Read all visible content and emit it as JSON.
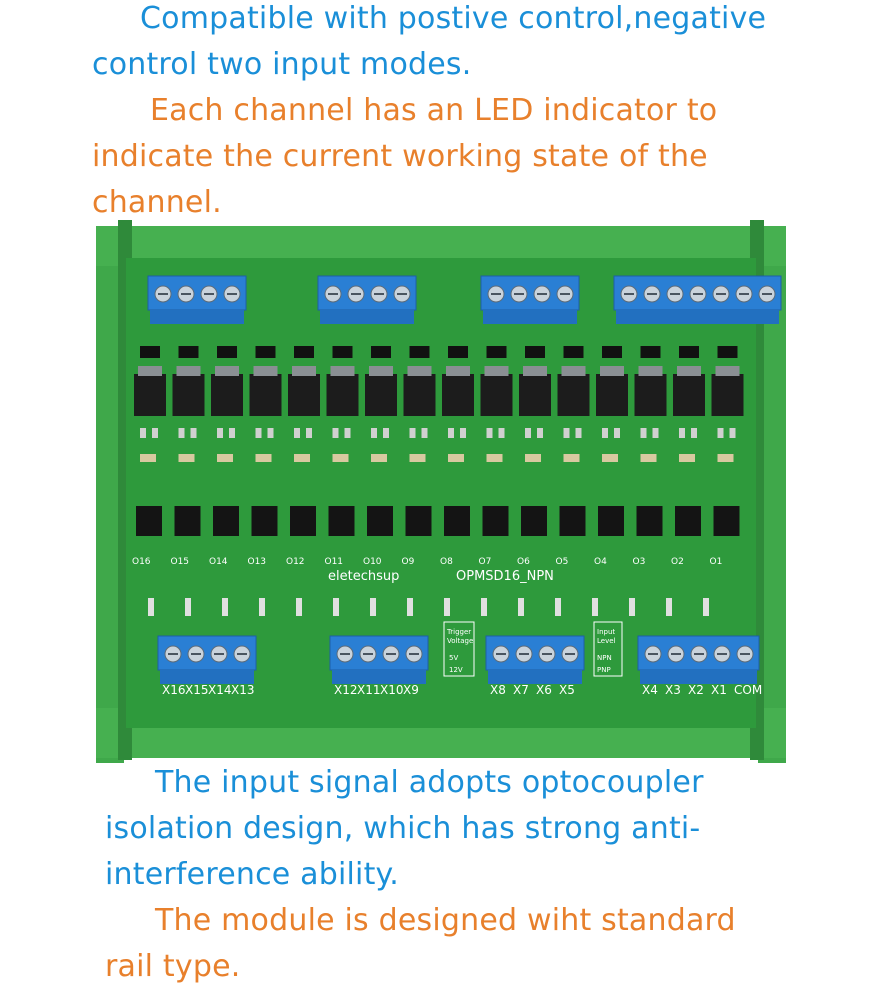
{
  "top_text": {
    "line1": "Compatible with postive control,negative",
    "line2": "control two input modes.",
    "line3": "Each channel has an LED indicator to",
    "line4": "indicate the current working state of the",
    "line5": "channel."
  },
  "bottom_text": {
    "line1": "The input signal adopts optocoupler",
    "line2": "isolation design, which has strong anti-",
    "line3": "interference ability.",
    "line4": "The module is designed wiht standard",
    "line5": "rail type."
  },
  "board": {
    "brand": "eletechsup",
    "model": "OPMSD16_NPN",
    "output_labels": [
      "O16",
      "O15",
      "O14",
      "O13",
      "O12",
      "O11",
      "O10",
      "O9",
      "O8",
      "O7",
      "O6",
      "O5",
      "O4",
      "O3",
      "O2",
      "O1"
    ],
    "input_groups": [
      {
        "labels": [
          "X16",
          "X15",
          "X14",
          "X13"
        ]
      },
      {
        "labels": [
          "X12",
          "X11",
          "X10",
          "X9"
        ]
      },
      {
        "labels": [
          "X8",
          "X7",
          "X6",
          "X5"
        ]
      },
      {
        "labels": [
          "X4",
          "X3",
          "X2",
          "X1",
          "COM"
        ]
      }
    ],
    "trigger_box": {
      "title1": "Trigger",
      "title2": "Voltage",
      "opt1": "5V",
      "opt2": "12V"
    },
    "input_level_box": {
      "title1": "Input",
      "title2": "Level",
      "opt1": "NPN",
      "opt2": "PNP"
    }
  },
  "colors": {
    "text_blue": "#1a8fd8",
    "text_orange": "#e8802c",
    "pcb_green": "#2e9a3c",
    "rail_green": "#3fa84a",
    "terminal_blue": "#2a7fd4"
  }
}
